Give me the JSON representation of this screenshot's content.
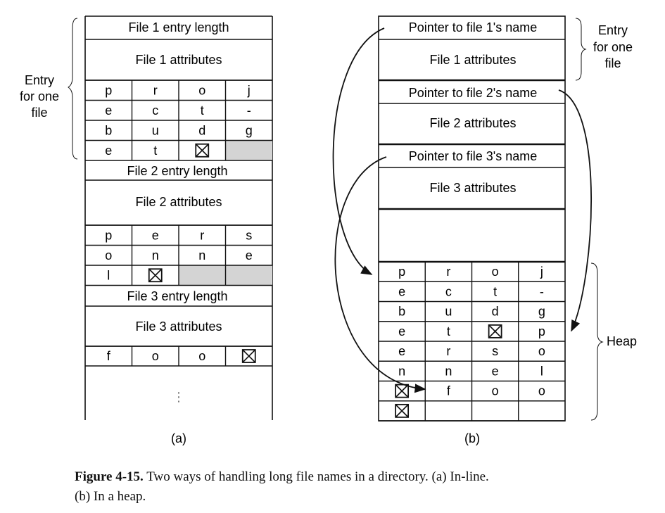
{
  "panel_a": {
    "label": "(a)",
    "brace_label": [
      "Entry",
      "for one",
      "file"
    ],
    "file1": {
      "entry_length": "File 1 entry length",
      "attributes": "File 1 attributes",
      "name_rows": [
        [
          "p",
          "r",
          "o",
          "j"
        ],
        [
          "e",
          "c",
          "t",
          "-"
        ],
        [
          "b",
          "u",
          "d",
          "g"
        ],
        [
          "e",
          "t",
          "⊠",
          ""
        ]
      ]
    },
    "file2": {
      "entry_length": "File 2 entry length",
      "attributes": "File 2 attributes",
      "name_rows": [
        [
          "p",
          "e",
          "r",
          "s"
        ],
        [
          "o",
          "n",
          "n",
          "e"
        ],
        [
          "l",
          "⊠",
          "",
          ""
        ]
      ]
    },
    "file3": {
      "entry_length": "File 3 entry length",
      "attributes": "File 3 attributes",
      "name_rows": [
        [
          "f",
          "o",
          "o",
          "⊠"
        ]
      ]
    },
    "ellipsis": "⋮"
  },
  "panel_b": {
    "label": "(b)",
    "brace_label_top": [
      "Entry",
      "for one",
      "file"
    ],
    "brace_label_heap": "Heap",
    "entries": [
      {
        "pointer": "Pointer to file 1's name",
        "attributes": "File 1 attributes"
      },
      {
        "pointer": "Pointer to file 2's name",
        "attributes": "File 2 attributes"
      },
      {
        "pointer": "Pointer to file 3's name",
        "attributes": "File 3 attributes"
      }
    ],
    "heap_rows": [
      [
        "p",
        "r",
        "o",
        "j"
      ],
      [
        "e",
        "c",
        "t",
        "-"
      ],
      [
        "b",
        "u",
        "d",
        "g"
      ],
      [
        "e",
        "t",
        "⊠",
        "p"
      ],
      [
        "e",
        "r",
        "s",
        "o"
      ],
      [
        "n",
        "n",
        "e",
        "l"
      ],
      [
        "⊠",
        "f",
        "o",
        "o"
      ],
      [
        "⊠",
        "",
        "",
        ""
      ]
    ]
  },
  "caption": {
    "label": "Figure 4-15.",
    "text": "Two ways of handling long file names in a directory. (a) In-line.",
    "text2": "(b) In a heap."
  },
  "colors": {
    "line": "#111111",
    "padding_fill": "#d4d4d4"
  }
}
